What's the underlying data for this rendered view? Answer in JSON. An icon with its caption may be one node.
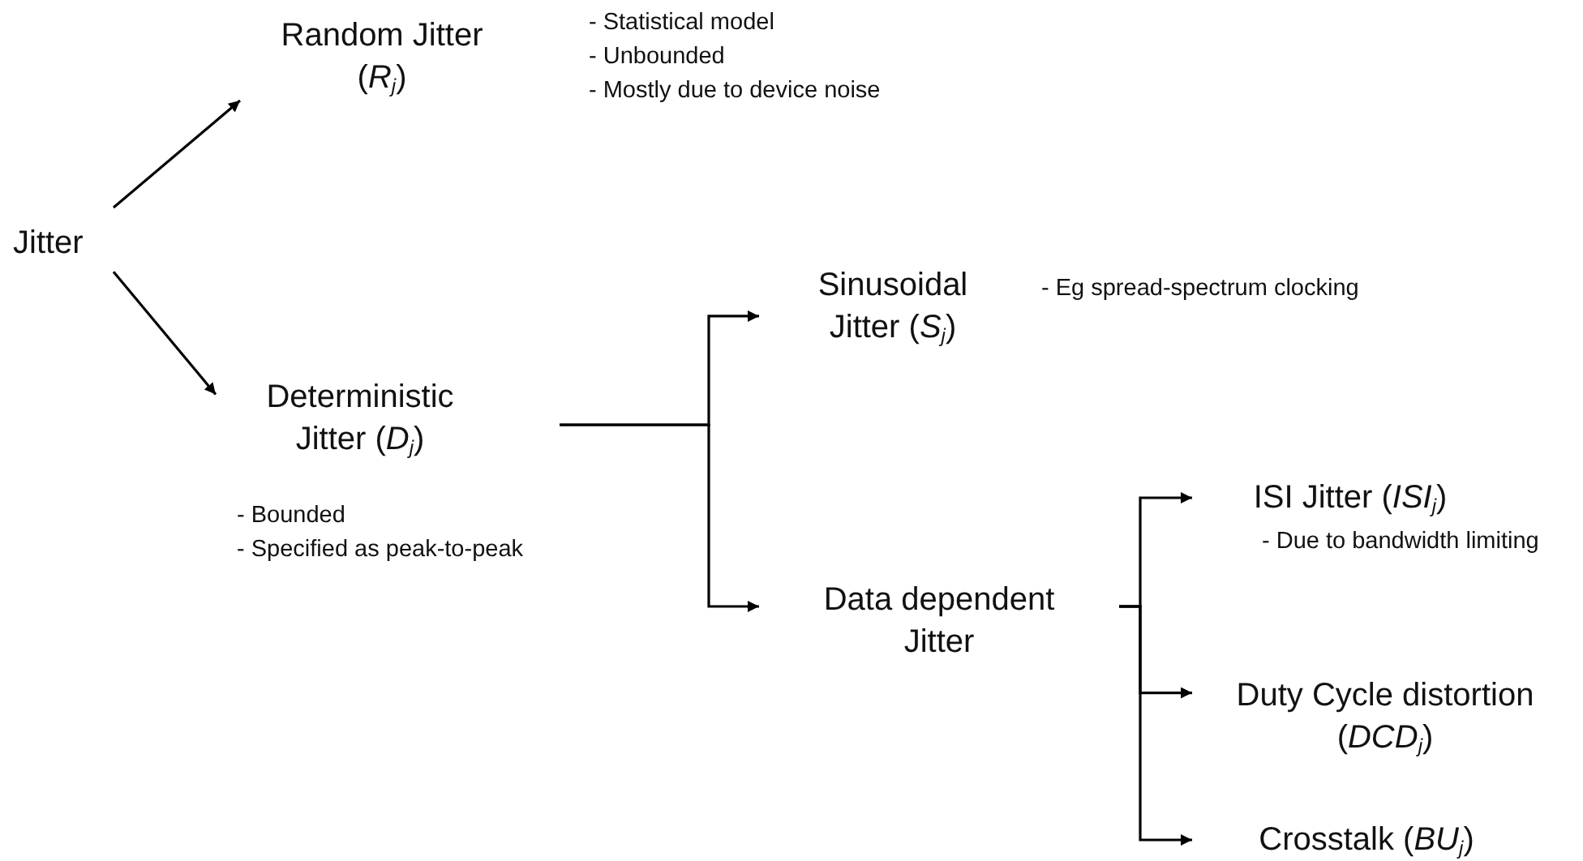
{
  "diagram": {
    "nodes": [
      {
        "text": [
          "Jitter"
        ]
      },
      {
        "text": [
          "Random Jitter (*R*$_{j}$)"
        ],
        "beside": [
          "- Statistical model",
          "- Unbounded",
          "- Mostly due to device noise"
        ]
      },
      {
        "text": [
          "Deterministic Jitter (*D*$_{j}$)"
        ],
        "beside": [
          "- Bounded",
          "- Specified as peak-to-peak"
        ]
      },
      {
        "text": [
          "Sinusoidal Jitter (*S*$_{j}$)"
        ],
        "beside": [
          "- Eg spread-spectrum clocking"
        ]
      },
      {
        "text": [
          "Data dependent Jitter"
        ]
      },
      {
        "text": [
          "ISI Jitter (*ISI*$_{j}$)"
        ],
        "beside": [
          "- Due to bandwidth limiting"
        ]
      },
      {
        "text": [
          "Duty Cycle distortion (*DCD*$_{j}$)"
        ]
      },
      {
        "text": [
          "Crosstalk (*BU*$_{j}$)"
        ]
      }
    ],
    "edges": [
      {
        "from": 0,
        "to": 1,
        "arrow": "to"
      },
      {
        "from": 0,
        "to": 2,
        "arrow": "to"
      },
      {
        "from": 2,
        "to": 3,
        "arrow": "to"
      },
      {
        "from": 2,
        "to": 4,
        "arrow": "to"
      },
      {
        "from": 4,
        "to": 5,
        "arrow": "to"
      },
      {
        "from": 4,
        "to": 6,
        "arrow": "to"
      },
      {
        "from": 4,
        "to": 7,
        "arrow": "to"
      }
    ]
  }
}
